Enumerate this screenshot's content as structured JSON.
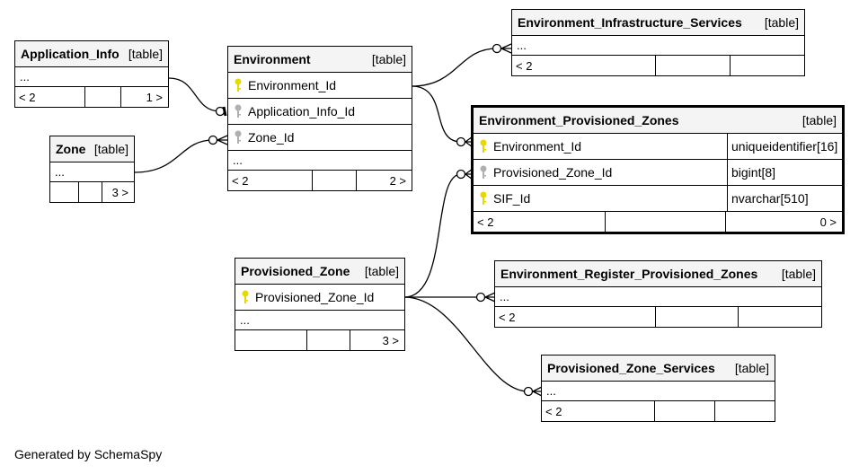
{
  "footer": {
    "generated_by": "Generated by SchemaSpy"
  },
  "tables": {
    "application_info": {
      "name": "Application_Info",
      "kind": "[table]",
      "more": "...",
      "parents": "< 2",
      "children": "1 >"
    },
    "zone": {
      "name": "Zone",
      "kind": "[table]",
      "more": "...",
      "children": "3 >"
    },
    "environment": {
      "name": "Environment",
      "kind": "[table]",
      "columns": [
        "Environment_Id",
        "Application_Info_Id",
        "Zone_Id"
      ],
      "more": "...",
      "parents": "< 2",
      "children": "2 >"
    },
    "environment_infrastructure_services": {
      "name": "Environment_Infrastructure_Services",
      "kind": "[table]",
      "more": "...",
      "parents": "< 2"
    },
    "environment_provisioned_zones": {
      "name": "Environment_Provisioned_Zones",
      "kind": "[table]",
      "columns": [
        {
          "name": "Environment_Id",
          "type": "uniqueidentifier[16]"
        },
        {
          "name": "Provisioned_Zone_Id",
          "type": "bigint[8]"
        },
        {
          "name": "SIF_Id",
          "type": "nvarchar[510]"
        }
      ],
      "parents": "< 2",
      "children": "0 >"
    },
    "provisioned_zone": {
      "name": "Provisioned_Zone",
      "kind": "[table]",
      "columns": [
        "Provisioned_Zone_Id"
      ],
      "more": "...",
      "children": "3 >"
    },
    "environment_register_provisioned_zones": {
      "name": "Environment_Register_Provisioned_Zones",
      "kind": "[table]",
      "more": "...",
      "parents": "< 2"
    },
    "provisioned_zone_services": {
      "name": "Provisioned_Zone_Services",
      "kind": "[table]",
      "more": "...",
      "parents": "< 2"
    }
  },
  "colors": {
    "primary_key": "#e6d800",
    "foreign_key": "#b0b0b0",
    "line": "#000000",
    "header_bg": "#f4f4f4"
  }
}
